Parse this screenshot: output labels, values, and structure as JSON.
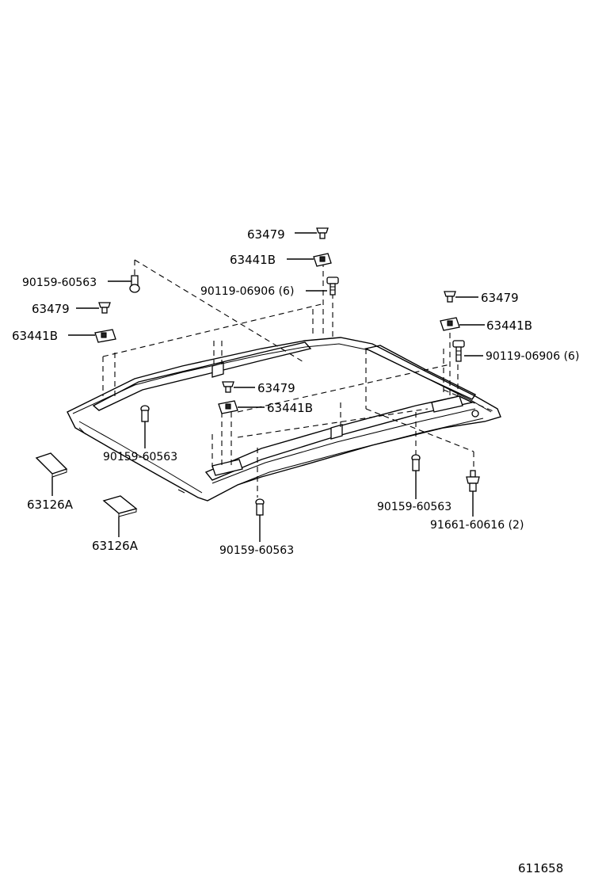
{
  "callouts": {
    "c1": "63479",
    "c2": "63441B",
    "c3": "90119-06906 (6)",
    "c4": "90159-60563",
    "c5": "63479",
    "c6": "63441B",
    "c7": "63479",
    "c8": "63441B",
    "c9": "90119-06906 (6)",
    "c10": "63479",
    "c11": "63441B",
    "c12": "90159-60563",
    "c13": "63126A",
    "c14": "63126A",
    "c15": "90159-60563",
    "c16": "90159-60563",
    "c17": "91661-60616 (2)"
  },
  "footer": {
    "diagram_number": "611658"
  }
}
